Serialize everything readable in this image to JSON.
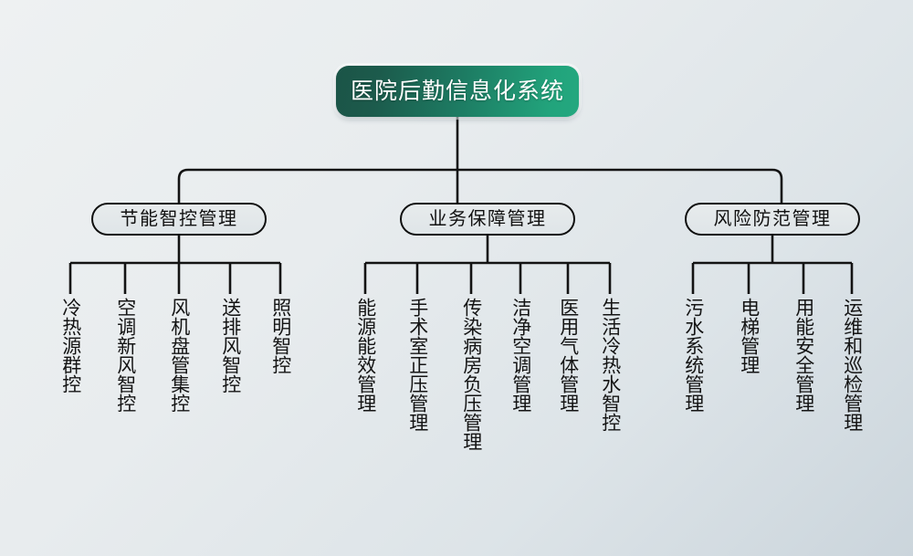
{
  "diagram": {
    "title": "医院后勤信息化系统",
    "root": {
      "label": "医院后勤信息化系统"
    },
    "branches": [
      {
        "label": "节能智控管理",
        "leaves": [
          {
            "label": "冷热源群控"
          },
          {
            "label": "空调新风智控"
          },
          {
            "label": "风机盘管集控"
          },
          {
            "label": "送排风智控"
          },
          {
            "label": "照明智控"
          }
        ]
      },
      {
        "label": "业务保障管理",
        "leaves": [
          {
            "label": "能源能效管理"
          },
          {
            "label": "手术室正压管理"
          },
          {
            "label": "传染病房负压管理"
          },
          {
            "label": "洁净空调管理"
          },
          {
            "label": "医用气体管理"
          },
          {
            "label": "生活冷热水智控"
          }
        ]
      },
      {
        "label": "风险防范管理",
        "leaves": [
          {
            "label": "污水系统管理"
          },
          {
            "label": "电梯管理"
          },
          {
            "label": "用能安全管理"
          },
          {
            "label": "运维和巡检管理"
          }
        ]
      }
    ],
    "colors": {
      "root_gradient_start": "#1b5447",
      "root_gradient_end": "#24a87f",
      "root_text": "#ffffff",
      "line": "#131313",
      "box_border": "#0f0f0f",
      "box_fill": "#e3e8ea",
      "background_start": "#eef1f2",
      "background_end": "#cbd5dc",
      "text": "#141414"
    }
  }
}
